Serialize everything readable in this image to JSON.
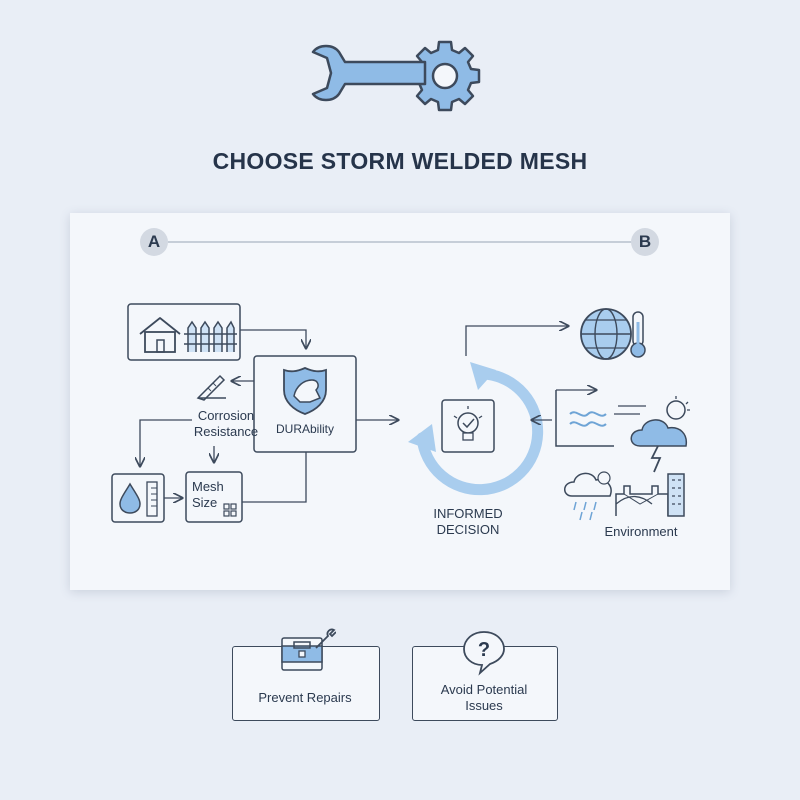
{
  "title": "CHOOSE STORM WELDED MESH",
  "markers": {
    "a": "A",
    "b": "B"
  },
  "nodes": {
    "corrosion_line1": "Corrosion",
    "corrosion_line2": "Resistance",
    "durability": "DURAbility",
    "mesh_line1": "Mesh",
    "mesh_line2": "Size",
    "decision_line1": "INFORMED",
    "decision_line2": "DECISION",
    "environment": "Environment"
  },
  "outcomes": {
    "prevent_repairs": "Prevent Repairs",
    "avoid_line1": "Avoid Potential",
    "avoid_line2": "Issues"
  },
  "icons": {
    "header": "wrench-gear-icon",
    "home_fence": "house-fence-icon",
    "durability": "shield-arm-icon",
    "corrosion": "measuring-tool-icon",
    "water": "water-drop-ruler-icon",
    "mesh": "grid-icon",
    "decision": "lightbulb-check-icon",
    "cycle": "circular-arrow-icon",
    "climate": "globe-thermometer-icon",
    "wind": "wind-waves-icon",
    "storm": "storm-cloud-icon",
    "rain_city": "rain-bridge-building-icon",
    "repairs": "toolbox-wrench-icon",
    "issues": "question-bubble-icon"
  },
  "colors": {
    "accent_blue": "#8fbbe6",
    "line": "#3d4a5c",
    "background": "#e9eef6",
    "panel": "#f4f7fb"
  }
}
